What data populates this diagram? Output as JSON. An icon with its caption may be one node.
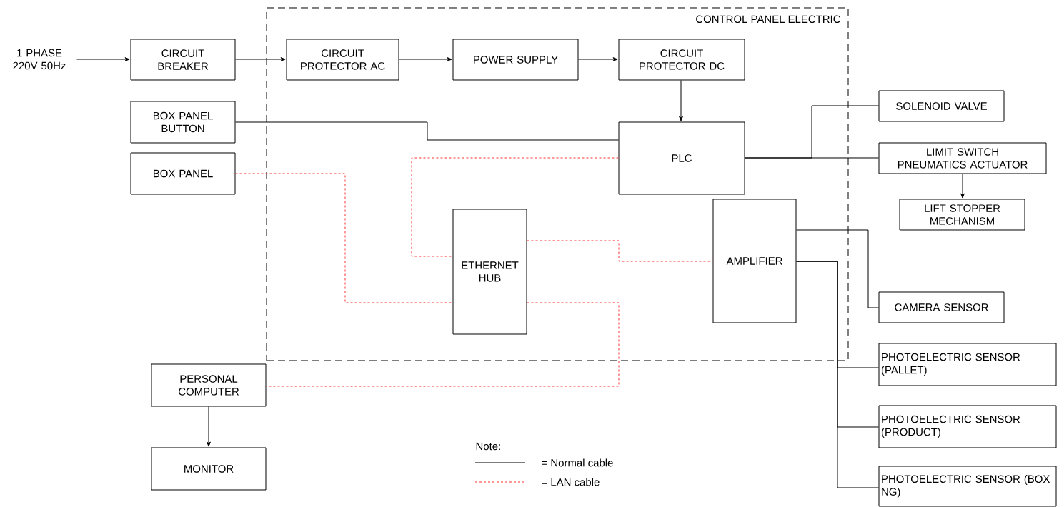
{
  "diagram": {
    "nodes": [
      {
        "text": [
          "1 PHASE 220V 50Hz"
        ]
      },
      {
        "text": [
          "CIRCUIT BREAKER"
        ]
      },
      {
        "text": [
          "CONTROL PANEL ELECTRIC"
        ]
      },
      {
        "text": [
          "CIRCUIT PROTECTOR AC"
        ],
        "in": 2
      },
      {
        "text": [
          "POWER SUPPLY"
        ],
        "in": 2
      },
      {
        "text": [
          "CIRCUIT PROTECTOR DC"
        ],
        "in": 2
      },
      {
        "text": [
          "BOX PANEL BUTTON"
        ]
      },
      {
        "text": [
          "PLC"
        ],
        "in": 2
      },
      {
        "text": [
          "BOX PANEL"
        ]
      },
      {
        "text": [
          "ETHERNET HUB"
        ],
        "in": 2
      },
      {
        "text": [
          "AMPLIFIER"
        ],
        "in": 2
      },
      {
        "text": [
          "SOLENOID VALVE"
        ]
      },
      {
        "text": [
          "LIMIT SWITCH PNEUMATICS ACTUATOR"
        ]
      },
      {
        "text": [
          "LIFT STOPPER MECHANISM"
        ]
      },
      {
        "text": [
          "CAMERA SENSOR"
        ]
      },
      {
        "text": [
          "PHOTOELECTRIC SENSOR (PALLET)"
        ]
      },
      {
        "text": [
          "PHOTOELECTRIC SENSOR (PRODUCT)"
        ]
      },
      {
        "text": [
          "PHOTOELECTRIC SENSOR (BOX NG)"
        ]
      },
      {
        "text": [
          "PERSONAL COMPUTER"
        ]
      },
      {
        "text": [
          "MONITOR"
        ]
      }
    ],
    "edges": [
      {
        "from": 0,
        "to": 1,
        "arrow": "to"
      },
      {
        "from": 1,
        "to": 3,
        "arrow": "to"
      },
      {
        "from": 3,
        "to": 4,
        "arrow": "to"
      },
      {
        "from": 4,
        "to": 5,
        "arrow": "to"
      },
      {
        "from": 5,
        "to": 7,
        "arrow": "to"
      },
      {
        "from": 6,
        "to": 7,
        "arrow": "none"
      },
      {
        "from": 7,
        "to": 11,
        "arrow": "none"
      },
      {
        "from": 7,
        "to": 12,
        "arrow": "none"
      },
      {
        "from": 12,
        "to": 13,
        "arrow": "to"
      },
      {
        "from": 8,
        "to": 9,
        "arrow": "none",
        "style": "dashed",
        "color": "#ff3333"
      },
      {
        "from": 7,
        "to": 9,
        "arrow": "none",
        "style": "dashed",
        "color": "#ff3333"
      },
      {
        "from": 9,
        "to": 10,
        "arrow": "none",
        "style": "dashed",
        "color": "#ff3333"
      },
      {
        "from": 9,
        "to": 18,
        "arrow": "none",
        "style": "dashed",
        "color": "#ff3333"
      },
      {
        "from": 10,
        "to": 14,
        "arrow": "none"
      },
      {
        "from": 10,
        "to": 15,
        "arrow": "none"
      },
      {
        "from": 10,
        "to": 16,
        "arrow": "none"
      },
      {
        "from": 10,
        "to": 17,
        "arrow": "none"
      },
      {
        "from": 18,
        "to": 19,
        "arrow": "to"
      }
    ],
    "labels": [
      "Note:"
    ],
    "legend": [
      {
        "text": "= Normal cable"
      },
      {
        "text": "= LAN cable"
      }
    ]
  }
}
